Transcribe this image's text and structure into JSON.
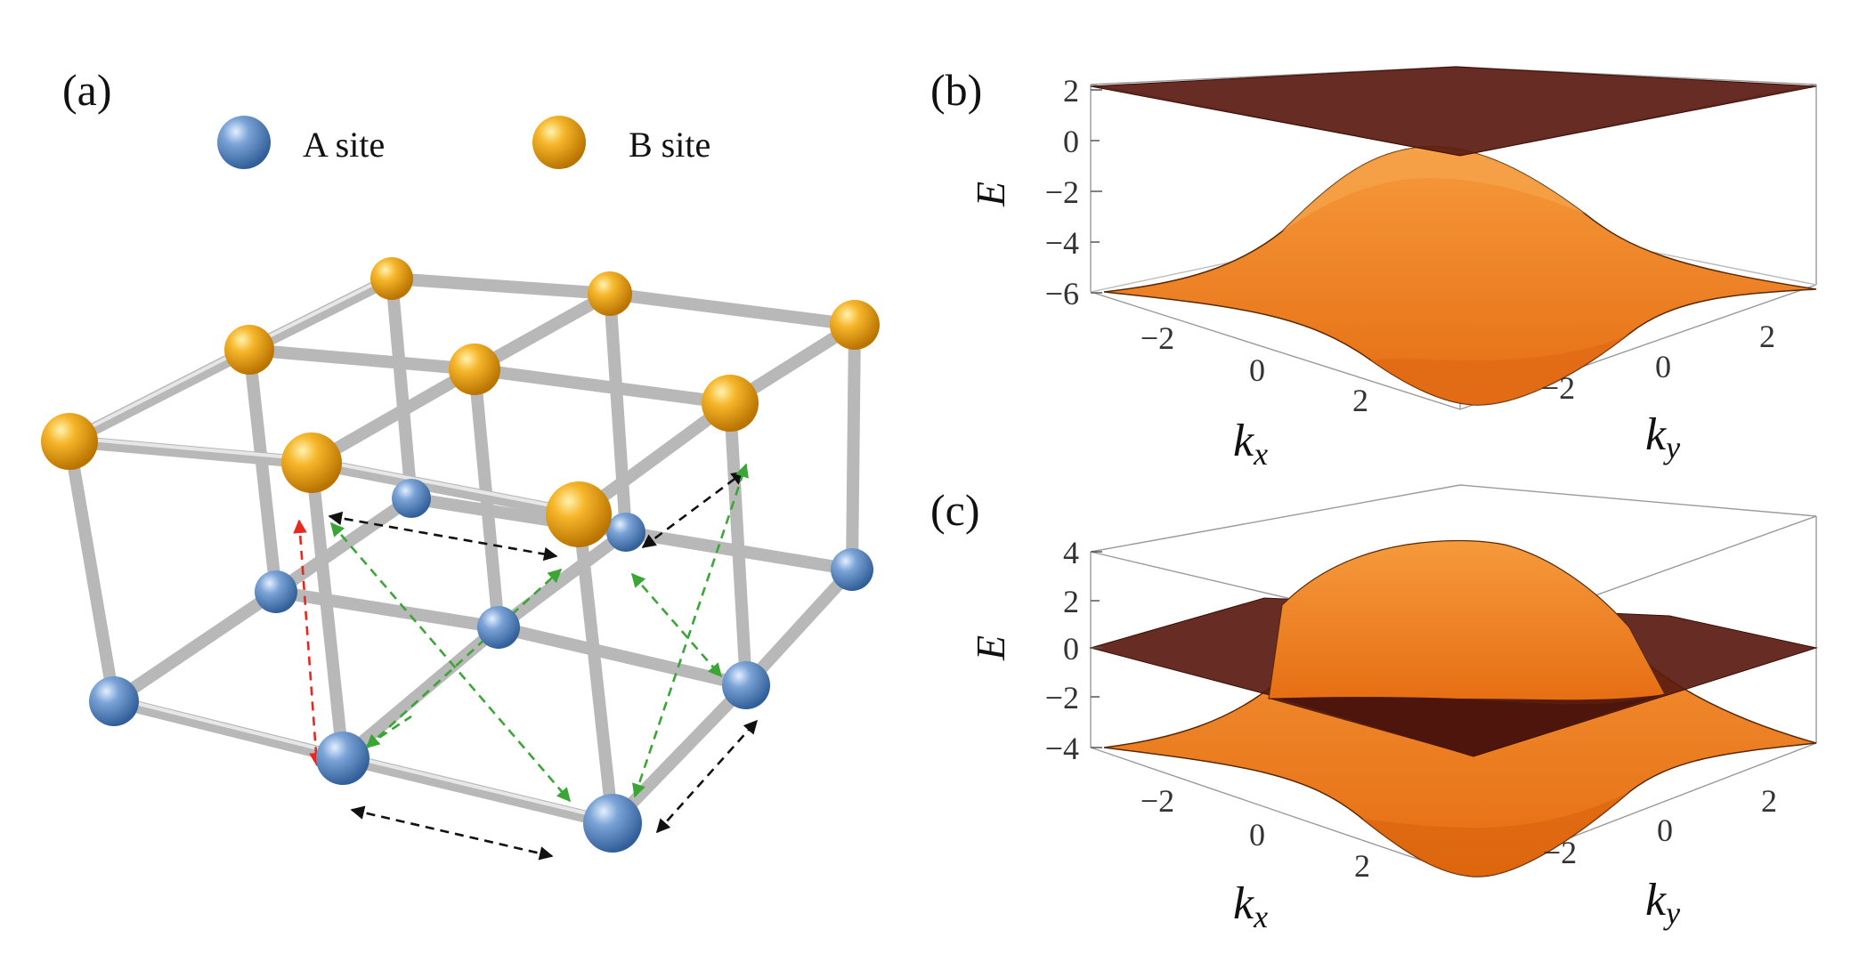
{
  "panel_a": {
    "label": "(a)",
    "legend": [
      {
        "name": "A site",
        "color": "#5f8fc9"
      },
      {
        "name": "B site",
        "color": "#f2ad1b"
      }
    ]
  },
  "panel_b": {
    "label": "(b)",
    "z_ticks": [
      "2",
      "0",
      "−2",
      "−4",
      "−6"
    ],
    "kx_ticks": [
      "−2",
      "0",
      "2"
    ],
    "ky_ticks": [
      "−2",
      "0",
      "2"
    ],
    "axis_E": "E",
    "axis_kx": "k",
    "axis_kx_sub": "x",
    "axis_ky": "k",
    "axis_ky_sub": "y"
  },
  "panel_c": {
    "label": "(c)",
    "z_ticks": [
      "4",
      "2",
      "0",
      "−2",
      "−4"
    ],
    "kx_ticks": [
      "−2",
      "0",
      "2"
    ],
    "ky_ticks": [
      "−2",
      "0",
      "2"
    ],
    "axis_E": "E",
    "axis_kx": "k",
    "axis_kx_sub": "x",
    "axis_ky": "k",
    "axis_ky_sub": "y"
  },
  "colors": {
    "surface_orange": "#f08020",
    "flat_band": "#5a1a10",
    "rod": "#c4c4c4",
    "arrow_black": "#111111",
    "arrow_green": "#3aa636",
    "arrow_red": "#e8281e"
  }
}
